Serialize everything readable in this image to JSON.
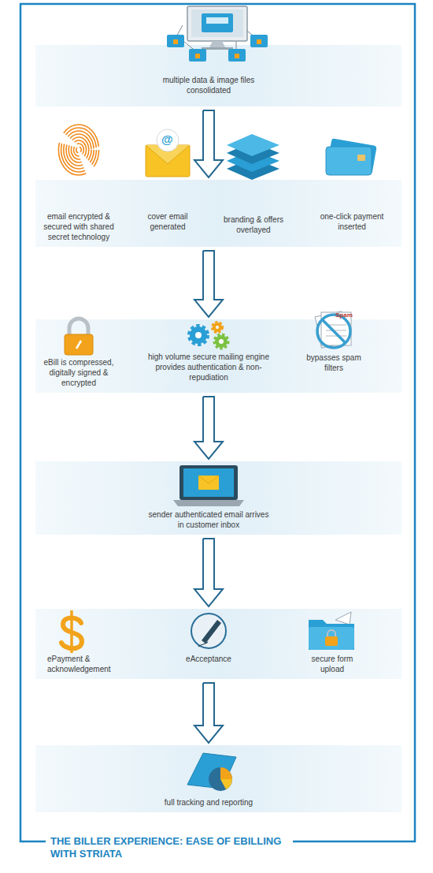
{
  "diagram": {
    "title": "THE BILLER EXPERIENCE: EASE OF EBILLING WITH STRIATA",
    "nodes": [
      {
        "text": [
          "multiple data & image files consolidated"
        ]
      },
      {
        "text": [
          "email encrypted & secured with shared secret technology",
          "cover email generated",
          "branding & offers overlayed",
          "one-click payment inserted"
        ]
      },
      {
        "text": [
          "eBill is compressed, digitally signed & encrypted",
          "high volume secure mailing engine provides authentication & non-repudiation",
          "bypasses spam filters"
        ]
      },
      {
        "text": [
          "sender authenticated email arrives in customer inbox"
        ]
      },
      {
        "text": [
          "ePayment & acknowledgement",
          "eAcceptance",
          "secure form upload"
        ]
      },
      {
        "text": [
          "full tracking and reporting"
        ]
      }
    ],
    "edges": [
      {
        "from": 0,
        "to": 1,
        "arrow": "to"
      },
      {
        "from": 1,
        "to": 2,
        "arrow": "to"
      },
      {
        "from": 2,
        "to": 3,
        "arrow": "to"
      },
      {
        "from": 3,
        "to": 4,
        "arrow": "to"
      },
      {
        "from": 4,
        "to": 5,
        "arrow": "to"
      }
    ],
    "labels": [
      "@",
      "Spam"
    ]
  }
}
